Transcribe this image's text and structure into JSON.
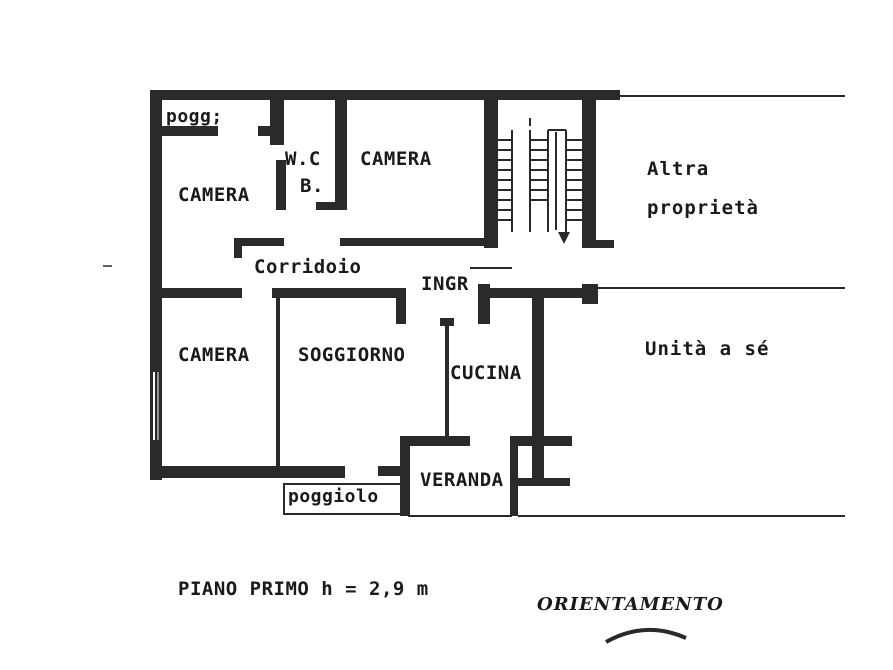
{
  "rooms": {
    "camera_top_left": "CAMERA",
    "wc": "W.C",
    "wc_b": "B.",
    "camera_top_mid": "CAMERA",
    "corridoio": "Corridoio",
    "ingresso": "INGR",
    "camera_bottom_left": "CAMERA",
    "soggiorno": "SOGGIORNO",
    "cucina": "CUCINA",
    "veranda": "VERANDA",
    "poggiolo": "poggiolo",
    "pogg": "pogg;"
  },
  "side_labels": {
    "altra_proprieta_line1": "Altra",
    "altra_proprieta_line2": "proprietà",
    "unita_a_se": "Unità a sé"
  },
  "footer": {
    "title": "PIANO PRIMO h = 2,9 m",
    "orientation": "ORIENTAMENTO"
  }
}
